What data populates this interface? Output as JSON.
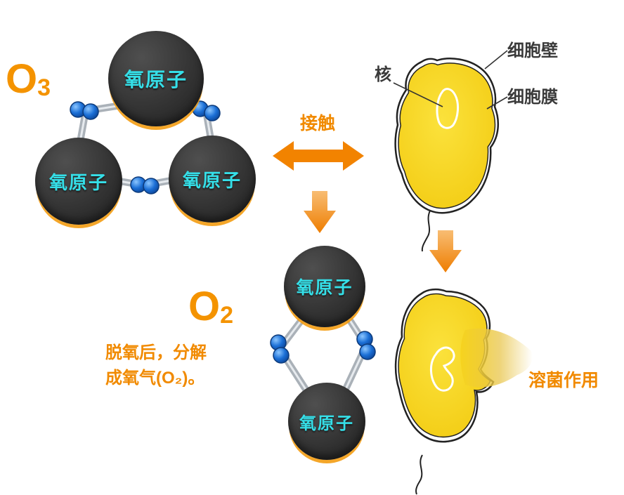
{
  "molecules": {
    "o3": {
      "symbol": "O",
      "subscript": "3",
      "atom_label": "氧原子"
    },
    "o2": {
      "symbol": "O",
      "subscript": "2",
      "atom_label": "氧原子"
    }
  },
  "arrows": {
    "contact_label": "接触"
  },
  "cell": {
    "nucleus": "核",
    "wall": "细胞壁",
    "membrane": "细胞膜"
  },
  "decompose": {
    "line1": "脱氧后，分解",
    "line2": "成氧气(O₂)。"
  },
  "lysis": {
    "label": "溶菌作用"
  },
  "colors": {
    "orange": "#F28300",
    "cyan": "#35DFE8",
    "atom_dark": "#2F2F2F",
    "cell_yellow": "#F8D51E",
    "bead_blue": "#1B6FD6"
  }
}
